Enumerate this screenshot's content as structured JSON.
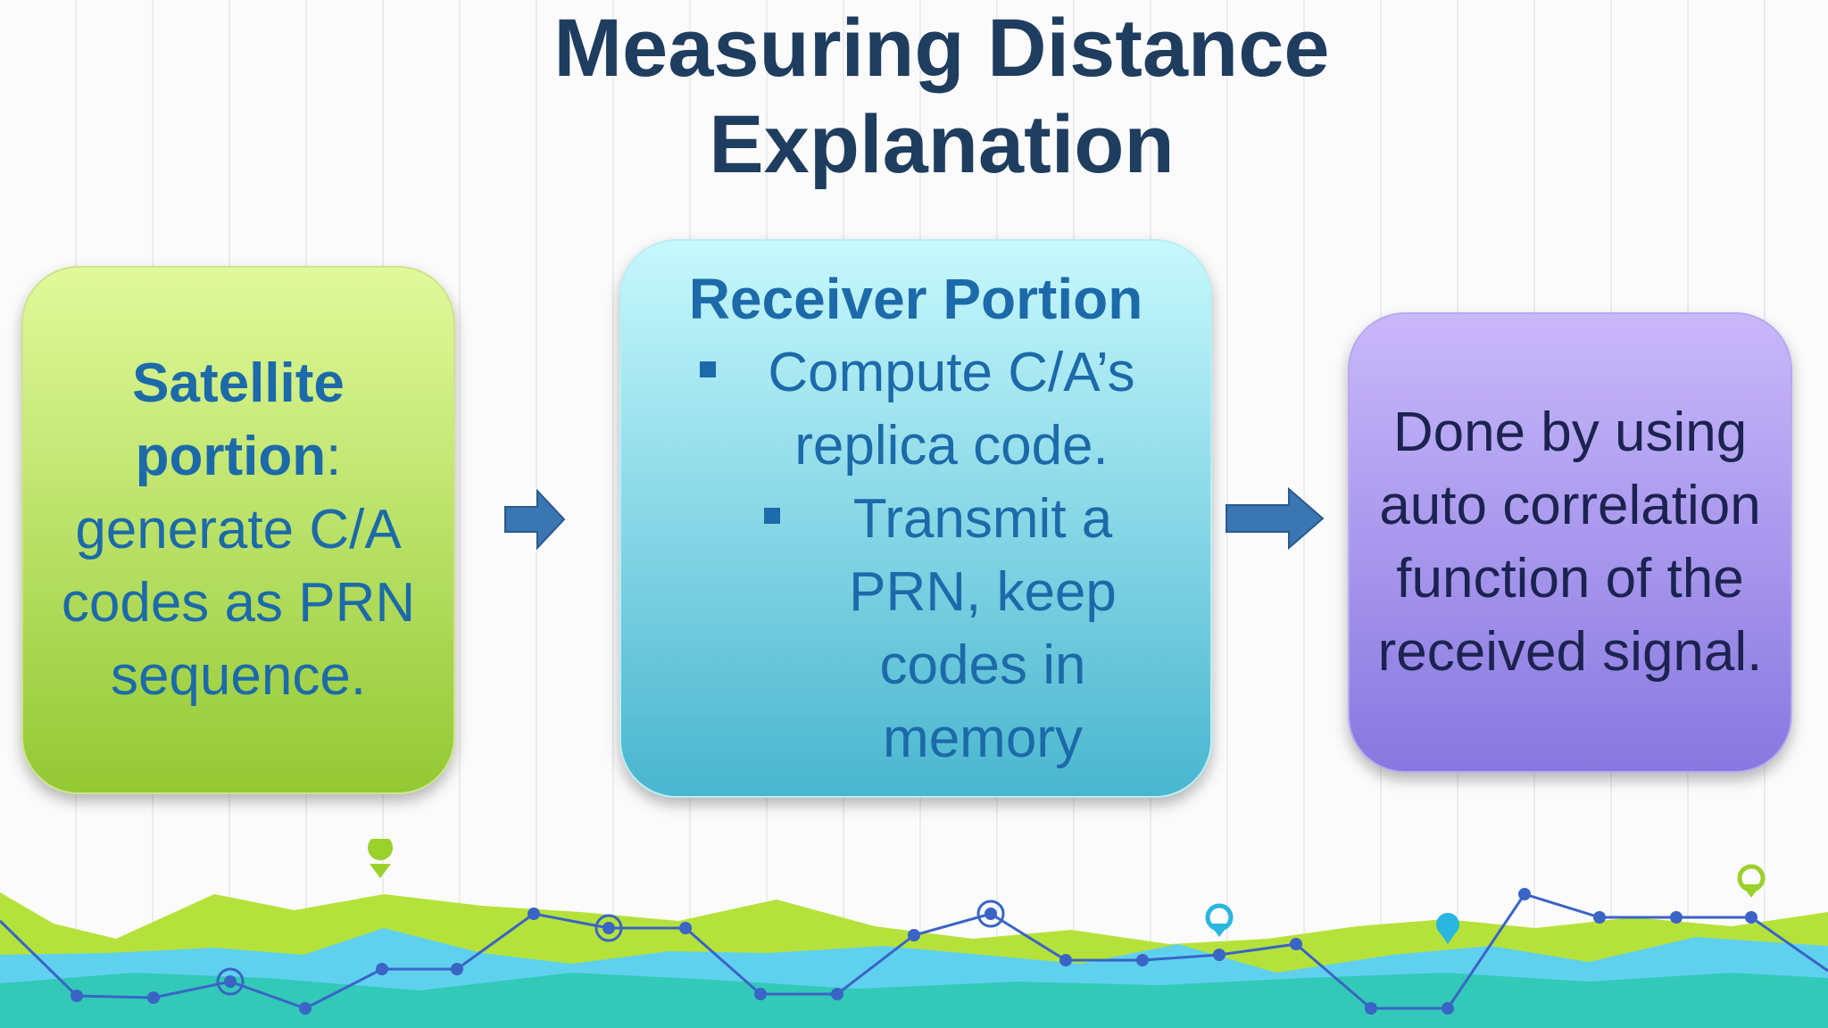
{
  "title": {
    "line1": "Measuring Distance",
    "line2": "Explanation"
  },
  "satellite_box": {
    "bold": "Satellite portion",
    "colon": ":",
    "text": "generate C/A codes as PRN sequence."
  },
  "receiver_box": {
    "heading": "Receiver Portion",
    "bullets": [
      "Compute C/A’s replica code.",
      "Transmit a PRN, keep codes in memory"
    ]
  },
  "autocorrelation_box": {
    "text": "Done by using auto correlation function of the received signal."
  },
  "colors": {
    "title": "#1f3d5e",
    "satellite_box": "#b7e05f",
    "receiver_box": "#7fd6e6",
    "autocorrelation_box": "#a898ee",
    "arrow": "#3a76b2",
    "text_blue": "#1c6aa9"
  },
  "icons": [
    "right-arrow-icon",
    "right-arrow-icon",
    "location-pin-icon"
  ]
}
